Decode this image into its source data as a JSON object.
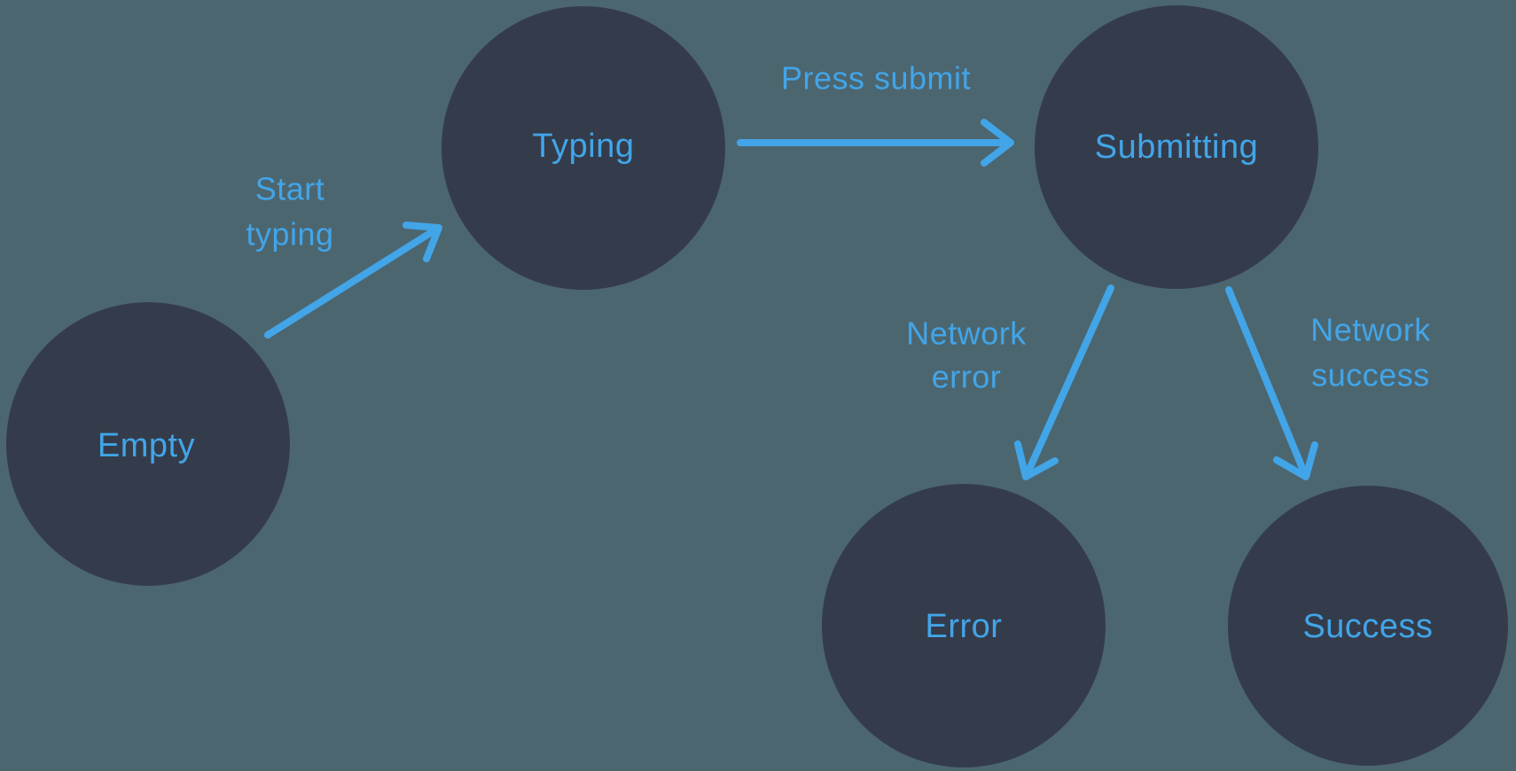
{
  "colors": {
    "background": "#4c6670",
    "node_fill": "#343c4b",
    "accent": "#42a5e8"
  },
  "states": [
    {
      "id": "empty",
      "label": "Empty"
    },
    {
      "id": "typing",
      "label": "Typing"
    },
    {
      "id": "submitting",
      "label": "Submitting"
    },
    {
      "id": "error",
      "label": "Error"
    },
    {
      "id": "success",
      "label": "Success"
    }
  ],
  "transitions": [
    {
      "from": "Empty",
      "to": "Typing",
      "label": "Start typing",
      "label_lines": [
        "Start",
        "typing"
      ]
    },
    {
      "from": "Typing",
      "to": "Submitting",
      "label": "Press submit",
      "label_lines": [
        "Press submit"
      ]
    },
    {
      "from": "Submitting",
      "to": "Error",
      "label": "Network error",
      "label_lines": [
        "Network",
        "error"
      ]
    },
    {
      "from": "Submitting",
      "to": "Success",
      "label": "Network success",
      "label_lines": [
        "Network",
        "success"
      ]
    }
  ]
}
